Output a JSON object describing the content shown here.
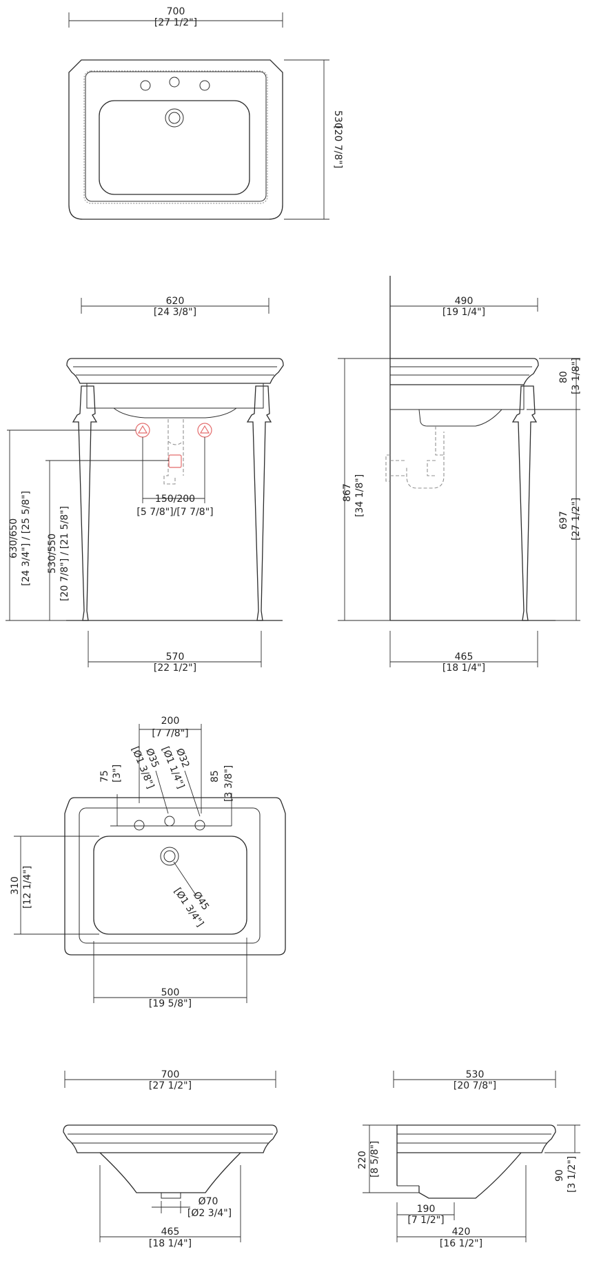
{
  "top_view": {
    "width_mm": "700",
    "width_in": "[27 1/2\"]",
    "depth_mm": "530",
    "depth_in": "[20 7/8\"]"
  },
  "front_view": {
    "top_width_mm": "620",
    "top_width_in": "[24 3/8\"]",
    "leg_span_mm": "570",
    "leg_span_in": "[22 1/2\"]",
    "tap_spacing_mm": "150/200",
    "tap_spacing_in": "[5 7/8\"]/[7 7/8\"]",
    "supply_height_mm": "630/650",
    "supply_height_in": "[24 3/4\"] / [25 5/8\"]",
    "waste_height_mm": "530/550",
    "waste_height_in": "[20 7/8\"] / [21 5/8\"]"
  },
  "side_view": {
    "depth_mm": "490",
    "depth_in": "[19 1/4\"]",
    "rim_mm": "80",
    "rim_in": "[3 1/8\"]",
    "total_height_mm": "867",
    "total_height_in": "[34 1/8\"]",
    "under_height_mm": "697",
    "under_height_in": "[27 1/2\"]",
    "leg_depth_mm": "465",
    "leg_depth_in": "[18 1/4\"]"
  },
  "basin_plan": {
    "tap_span_mm": "200",
    "tap_span_in": "[7 7/8\"]",
    "hole35_mm": "Ø35",
    "hole35_in": "[Ø1 3/8\"]",
    "hole32_mm": "Ø32",
    "hole32_in": "[Ø1 1/4\"]",
    "edge75_mm": "75",
    "edge75_in": "[3\"]",
    "edge85_mm": "85",
    "edge85_in": "[3 3/8\"]",
    "bowl_depth_mm": "310",
    "bowl_depth_in": "[12 1/4\"]",
    "waste_mm": "Ø45",
    "waste_in": "[Ø1 3/4\"]",
    "bowl_width_mm": "500",
    "bowl_width_in": "[19 5/8\"]"
  },
  "basin_front": {
    "width_mm": "700",
    "width_in": "[27 1/2\"]",
    "outlet_mm": "Ø70",
    "outlet_in": "[Ø2 3/4\"]",
    "bowl_mm": "465",
    "bowl_in": "[18 1/4\"]"
  },
  "basin_side": {
    "depth_mm": "530",
    "depth_in": "[20 7/8\"]",
    "height_mm": "220",
    "height_in": "[8 5/8\"]",
    "rim_mm": "90",
    "rim_in": "[3 1/2\"]",
    "outlet_mm": "190",
    "outlet_in": "[7 1/2\"]",
    "bowl_mm": "420",
    "bowl_in": "[16 1/2\"]"
  }
}
